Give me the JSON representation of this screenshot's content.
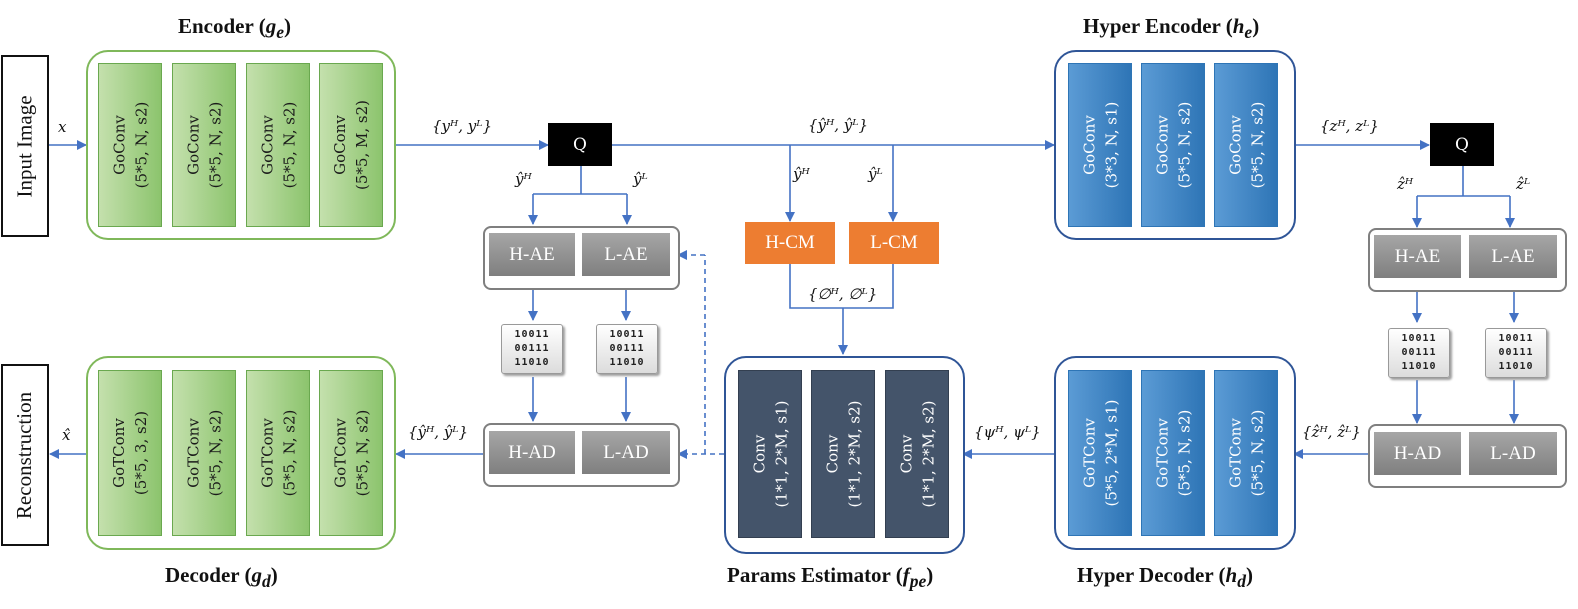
{
  "titles": {
    "encoder": {
      "text": "Encoder",
      "sym": "g",
      "sub": "e"
    },
    "hyper_encoder": {
      "text": "Hyper Encoder",
      "sym": "h",
      "sub": "e"
    },
    "decoder": {
      "text": "Decoder",
      "sym": "g",
      "sub": "d"
    },
    "params_estimator": {
      "text": "Params Estimator",
      "sym": "f",
      "sub": "pe"
    },
    "hyper_decoder": {
      "text": "Hyper Decoder",
      "sym": "h",
      "sub": "d"
    }
  },
  "side_labels": {
    "input": "Input Image",
    "output": "Reconstruction"
  },
  "encoder_layers": [
    {
      "name": "GoConv",
      "params": "(5*5, N, s2)"
    },
    {
      "name": "GoConv",
      "params": "(5*5, N, s2)"
    },
    {
      "name": "GoConv",
      "params": "(5*5, N, s2)"
    },
    {
      "name": "GoConv",
      "params": "(5*5, M, s2)"
    }
  ],
  "hyper_encoder_layers": [
    {
      "name": "GoConv",
      "params": "(3*3, N, s1)"
    },
    {
      "name": "GoConv",
      "params": "(5*5, N, s2)"
    },
    {
      "name": "GoConv",
      "params": "(5*5, N, s2)"
    }
  ],
  "decoder_layers": [
    {
      "name": "GoTConv",
      "params": "(5*5, 3, s2)"
    },
    {
      "name": "GoTConv",
      "params": "(5*5, N, s2)"
    },
    {
      "name": "GoTConv",
      "params": "(5*5, N, s2)"
    },
    {
      "name": "GoTConv",
      "params": "(5*5, N, s2)"
    }
  ],
  "params_layers": [
    {
      "name": "Conv",
      "params": "(1*1, 2*M, s1)"
    },
    {
      "name": "Conv",
      "params": "(1*1, 2*M, s2)"
    },
    {
      "name": "Conv",
      "params": "(1*1, 2*M, s2)"
    }
  ],
  "hyper_decoder_layers": [
    {
      "name": "GoTConv",
      "params": "(5*5, 2*M, s1)"
    },
    {
      "name": "GoTConv",
      "params": "(5*5, N, s2)"
    },
    {
      "name": "GoTConv",
      "params": "(5*5, N, s2)"
    }
  ],
  "quantizer": "Q",
  "context_models": {
    "high": "H-CM",
    "low": "L-CM"
  },
  "entropy_encoders": {
    "high": "H-AE",
    "low": "L-AE"
  },
  "entropy_decoders": {
    "high": "H-AD",
    "low": "L-AD"
  },
  "bitstream_rows": [
    "10011",
    "00111",
    "11010"
  ],
  "signals": {
    "x": "x",
    "y": "{yᴴ, yᴸ}",
    "y_hat": "{ŷᴴ, ŷᴸ}",
    "y_hat_h": "ŷᴴ",
    "y_hat_l": "ŷᴸ",
    "phi": "{∅ᴴ, ∅ᴸ}",
    "z": "{zᴴ, zᴸ}",
    "z_hat_h": "ẑᴴ",
    "z_hat_l": "ẑᴸ",
    "z_hat": "{ẑᴴ, ẑᴸ}",
    "psi": "{ψᴴ, ψᴸ}",
    "y_hat_dec": "{ŷᴴ, ŷᴸ}",
    "x_hat": "x̂"
  },
  "colors": {
    "wire": "#4472c4",
    "green": "#7fb85a",
    "blue": "#2e75b6",
    "slate": "#44546a",
    "orange": "#ed7d31",
    "gray": "#7f7f7f"
  }
}
